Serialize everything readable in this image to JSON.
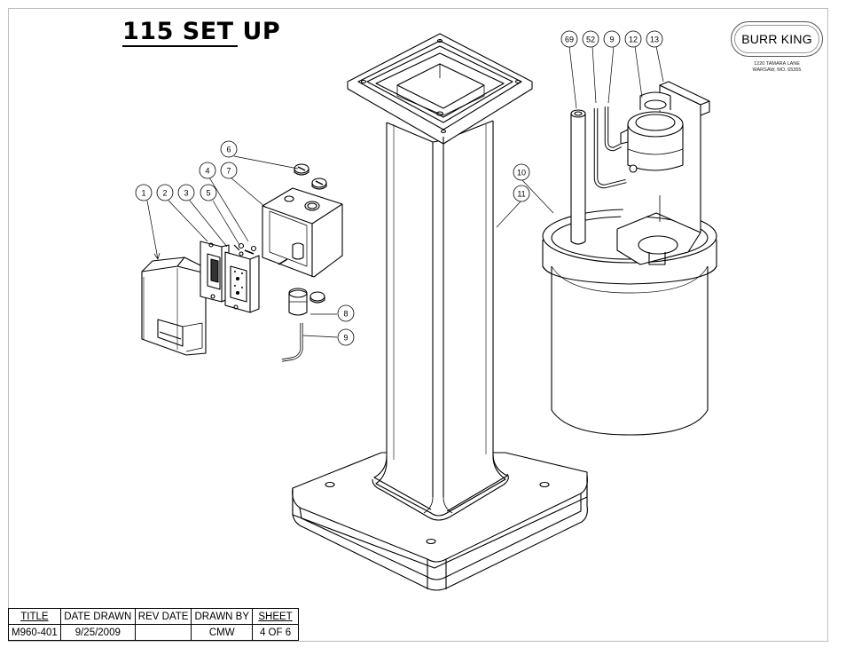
{
  "title": "115 SET UP",
  "logo": {
    "name": "BURR KING",
    "address_line1": "1220 TAMARA LANE",
    "address_line2": "WARSAW, MO. 65355"
  },
  "callouts": {
    "c1": "1",
    "c2": "2",
    "c3": "3",
    "c4": "4",
    "c5": "5",
    "c6": "6",
    "c7": "7",
    "c8": "8",
    "c9a": "9",
    "c9b": "9",
    "c10": "10",
    "c11": "11",
    "c12": "12",
    "c13": "13",
    "c52": "52",
    "c69": "69"
  },
  "title_block": {
    "headers": [
      "TITLE",
      "DATE DRAWN",
      "REV DATE",
      "DRAWN BY",
      "SHEET"
    ],
    "values": [
      "M960-401",
      "9/25/2009",
      "",
      "CMW",
      "4 OF 6"
    ]
  }
}
